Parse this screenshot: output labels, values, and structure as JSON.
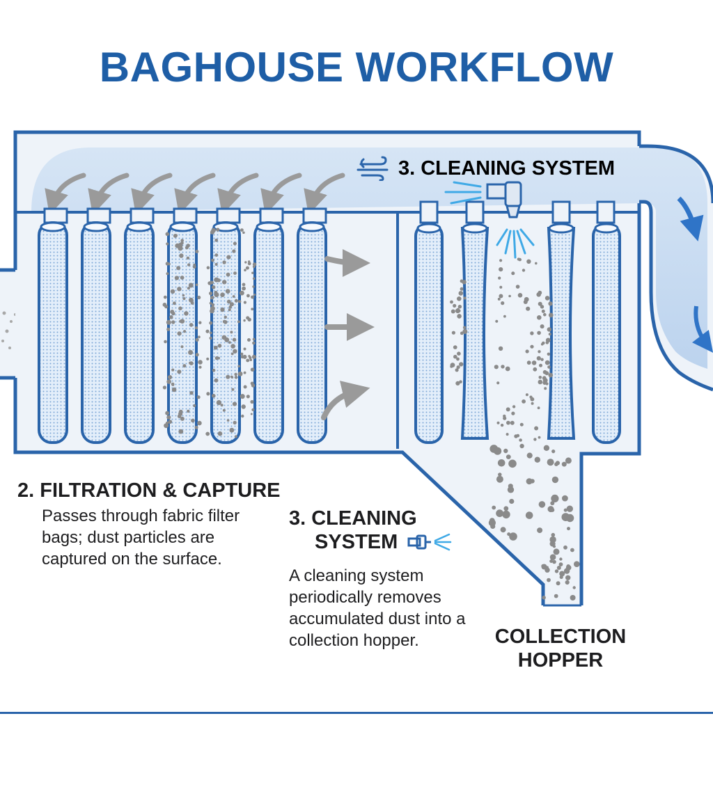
{
  "title": "BAGHOUSE WORKFLOW",
  "top_label": "3. CLEANING SYSTEM",
  "filtration": {
    "heading": "2. FILTRATION & CAPTURE",
    "body": "Passes through fabric filter bags; dust particles are captured on the surface."
  },
  "cleaning": {
    "heading_line1": "3. CLEANING",
    "heading_line2": "SYSTEM",
    "body": "A cleaning system periodically removes accumulated dust into a collection hopper."
  },
  "hopper": {
    "line1": "COLLECTION",
    "line2": "HOPPER"
  },
  "colors": {
    "title": "#1e5ea6",
    "outline": "#2a64aa",
    "interior": "#eef3f9",
    "duct": "#c9dcf1",
    "bag_fill": "#dfeefb",
    "spray": "#3fa9e6",
    "arrow_gray": "#9a9a9a",
    "dust": "#8c8c8c"
  },
  "icons": [
    "wind-icon",
    "nozzle-icon",
    "spray-icon",
    "arrow-icon"
  ]
}
